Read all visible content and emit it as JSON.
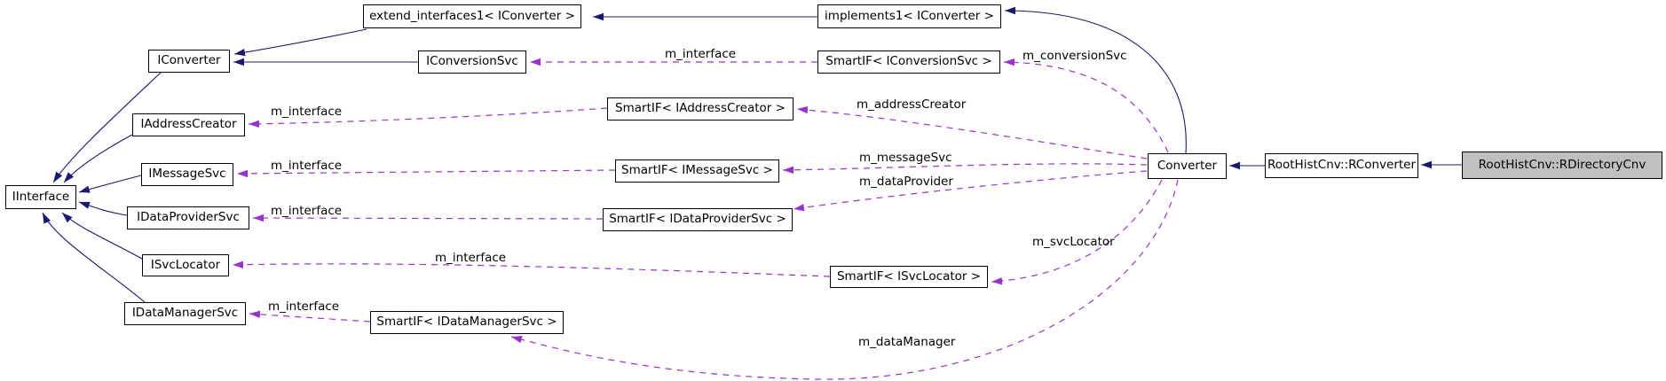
{
  "diagram": {
    "type": "class-collaboration-graph",
    "colors": {
      "inheritance_edge": "#191970",
      "usage_edge": "#9a32cd",
      "node_border": "#000000",
      "node_fill": "#ffffff",
      "highlight_fill": "#bfbfbf",
      "text": "#000000"
    },
    "nodes": [
      {
        "id": "iinterface",
        "label": "IInterface"
      },
      {
        "id": "iconverter",
        "label": "IConverter"
      },
      {
        "id": "extend-interfaces1",
        "label": "extend_interfaces1< IConverter >"
      },
      {
        "id": "implements1",
        "label": "implements1< IConverter >"
      },
      {
        "id": "iconversionsvc",
        "label": "IConversionSvc"
      },
      {
        "id": "smartif-iconversionsvc",
        "label": "SmartIF< IConversionSvc >"
      },
      {
        "id": "iaddresscreator",
        "label": "IAddressCreator"
      },
      {
        "id": "smartif-iaddresscreator",
        "label": "SmartIF< IAddressCreator >"
      },
      {
        "id": "imessagesvc",
        "label": "IMessageSvc"
      },
      {
        "id": "smartif-imessagesvc",
        "label": "SmartIF< IMessageSvc >"
      },
      {
        "id": "idataprovidersvc",
        "label": "IDataProviderSvc"
      },
      {
        "id": "smartif-idataprovidersvc",
        "label": "SmartIF< IDataProviderSvc >"
      },
      {
        "id": "isvclocator",
        "label": "ISvcLocator"
      },
      {
        "id": "smartif-isvclocator",
        "label": "SmartIF< ISvcLocator >"
      },
      {
        "id": "idatamanagersvc",
        "label": "IDataManagerSvc"
      },
      {
        "id": "smartif-idatamanagersvc",
        "label": "SmartIF< IDataManagerSvc >"
      },
      {
        "id": "converter",
        "label": "Converter"
      },
      {
        "id": "rconverter",
        "label": "RootHistCnv::RConverter"
      },
      {
        "id": "rdirectorycnv",
        "label": "RootHistCnv::RDirectoryCnv",
        "highlighted": true
      }
    ],
    "inheritance_edges": [
      {
        "from": "implements1",
        "to": "extend-interfaces1"
      },
      {
        "from": "extend-interfaces1",
        "to": "iconverter"
      },
      {
        "from": "iconversionsvc",
        "to": "iconverter"
      },
      {
        "from": "converter",
        "to": "implements1"
      },
      {
        "from": "iconverter",
        "to": "iinterface"
      },
      {
        "from": "iaddresscreator",
        "to": "iinterface"
      },
      {
        "from": "imessagesvc",
        "to": "iinterface"
      },
      {
        "from": "idataprovidersvc",
        "to": "iinterface"
      },
      {
        "from": "isvclocator",
        "to": "iinterface"
      },
      {
        "from": "idatamanagersvc",
        "to": "iinterface"
      },
      {
        "from": "rconverter",
        "to": "converter"
      },
      {
        "from": "rdirectorycnv",
        "to": "rconverter"
      }
    ],
    "usage_edges": [
      {
        "from": "smartif-iconversionsvc",
        "to": "iconversionsvc",
        "label": "m_interface"
      },
      {
        "from": "converter",
        "to": "smartif-iconversionsvc",
        "label": "m_conversionSvc"
      },
      {
        "from": "converter",
        "to": "smartif-iaddresscreator",
        "label": "m_addressCreator"
      },
      {
        "from": "smartif-iaddresscreator",
        "to": "iaddresscreator",
        "label": "m_interface"
      },
      {
        "from": "converter",
        "to": "smartif-imessagesvc",
        "label": "m_messageSvc"
      },
      {
        "from": "smartif-imessagesvc",
        "to": "imessagesvc",
        "label": "m_interface"
      },
      {
        "from": "converter",
        "to": "smartif-idataprovidersvc",
        "label": "m_dataProvider"
      },
      {
        "from": "smartif-idataprovidersvc",
        "to": "idataprovidersvc",
        "label": "m_interface"
      },
      {
        "from": "converter",
        "to": "smartif-isvclocator",
        "label": "m_svcLocator"
      },
      {
        "from": "smartif-isvclocator",
        "to": "isvclocator",
        "label": "m_interface"
      },
      {
        "from": "converter",
        "to": "smartif-idatamanagersvc",
        "label": "m_dataManager"
      },
      {
        "from": "smartif-idatamanagersvc",
        "to": "idatamanagersvc",
        "label": "m_interface"
      }
    ]
  }
}
